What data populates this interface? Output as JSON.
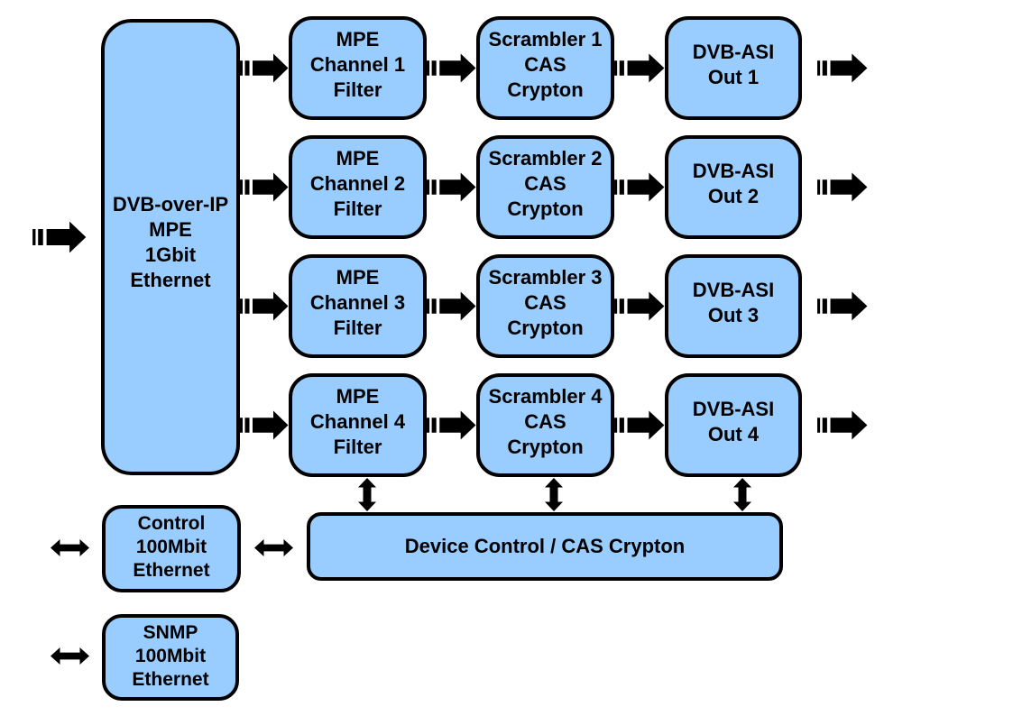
{
  "palette": {
    "background": "#FFFFFF",
    "box_fill": "#99CCFF",
    "box_border": "#000000",
    "text_color": "#000000"
  },
  "main_input": {
    "lines": [
      "DVB-over-IP",
      "MPE",
      "1Gbit",
      "Ethernet"
    ]
  },
  "channels": [
    {
      "filter": [
        "MPE",
        "Channel 1",
        "Filter"
      ],
      "scrambler": [
        "Scrambler 1",
        "CAS",
        "Crypton"
      ],
      "output": [
        "DVB-ASI",
        "Out 1"
      ]
    },
    {
      "filter": [
        "MPE",
        "Channel 2",
        "Filter"
      ],
      "scrambler": [
        "Scrambler 2",
        "CAS",
        "Crypton"
      ],
      "output": [
        "DVB-ASI",
        "Out 2"
      ]
    },
    {
      "filter": [
        "MPE",
        "Channel 3",
        "Filter"
      ],
      "scrambler": [
        "Scrambler 3",
        "CAS",
        "Crypton"
      ],
      "output": [
        "DVB-ASI",
        "Out 3"
      ]
    },
    {
      "filter": [
        "MPE",
        "Channel 4",
        "Filter"
      ],
      "scrambler": [
        "Scrambler 4",
        "CAS",
        "Crypton"
      ],
      "output": [
        "DVB-ASI",
        "Out 4"
      ]
    }
  ],
  "control": {
    "lines": [
      "Control",
      "100Mbit",
      "Ethernet"
    ]
  },
  "snmp": {
    "lines": [
      "SNMP",
      "100Mbit",
      "Ethernet"
    ]
  },
  "device_control": {
    "label": "Device Control / CAS Crypton"
  },
  "icons": {
    "striped_right_arrow": "striped-right-arrow-icon",
    "double_horizontal_arrow": "double-horizontal-arrow-icon",
    "double_vertical_arrow": "double-vertical-arrow-icon"
  }
}
